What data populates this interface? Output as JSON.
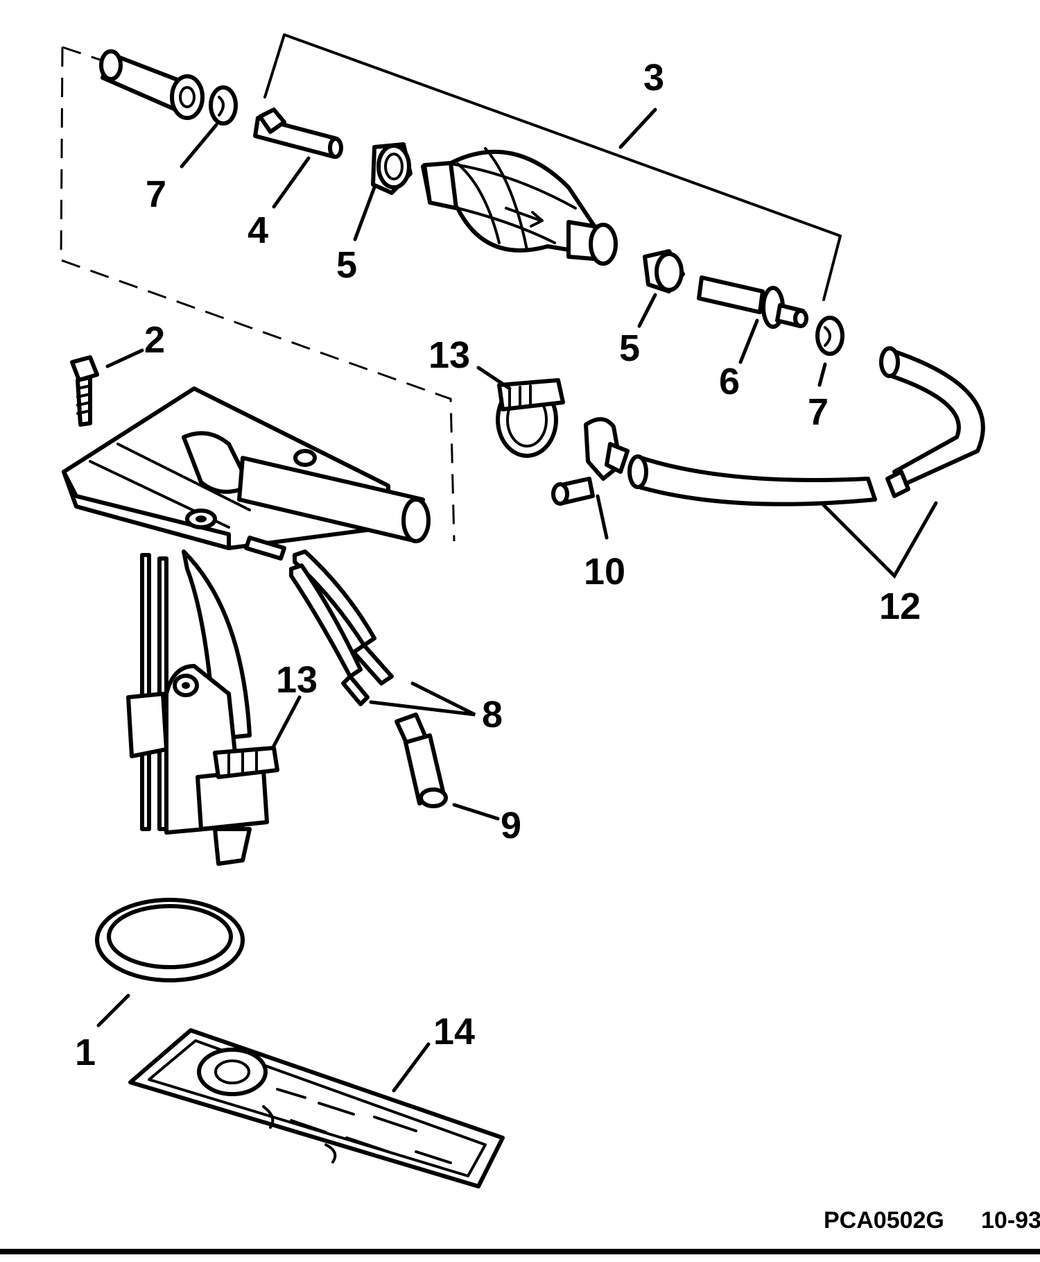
{
  "callouts": {
    "c1": "1",
    "c2": "2",
    "c3": "3",
    "c4": "4",
    "c5a": "5",
    "c5b": "5",
    "c6": "6",
    "c7a": "7",
    "c7b": "7",
    "c8": "8",
    "c9": "9",
    "c10": "10",
    "c12": "12",
    "c13a": "13",
    "c13b": "13",
    "c14": "14"
  },
  "footer": {
    "code": "PCA0502G",
    "date": "10-93"
  }
}
